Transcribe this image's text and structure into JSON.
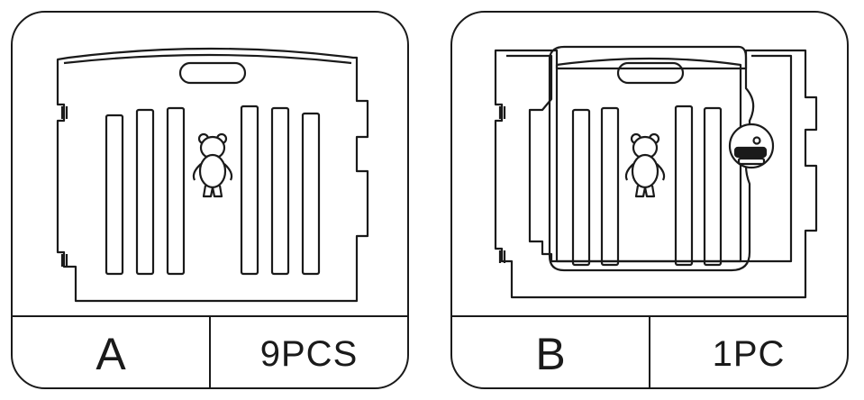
{
  "colors": {
    "line": "#1a1a1a",
    "background": "#ffffff"
  },
  "panels": [
    {
      "letter": "A",
      "quantity": "9PCS",
      "icon": "teddy-bear-icon"
    },
    {
      "letter": "B",
      "quantity": "1PC",
      "icon": "teddy-bear-icon"
    }
  ]
}
